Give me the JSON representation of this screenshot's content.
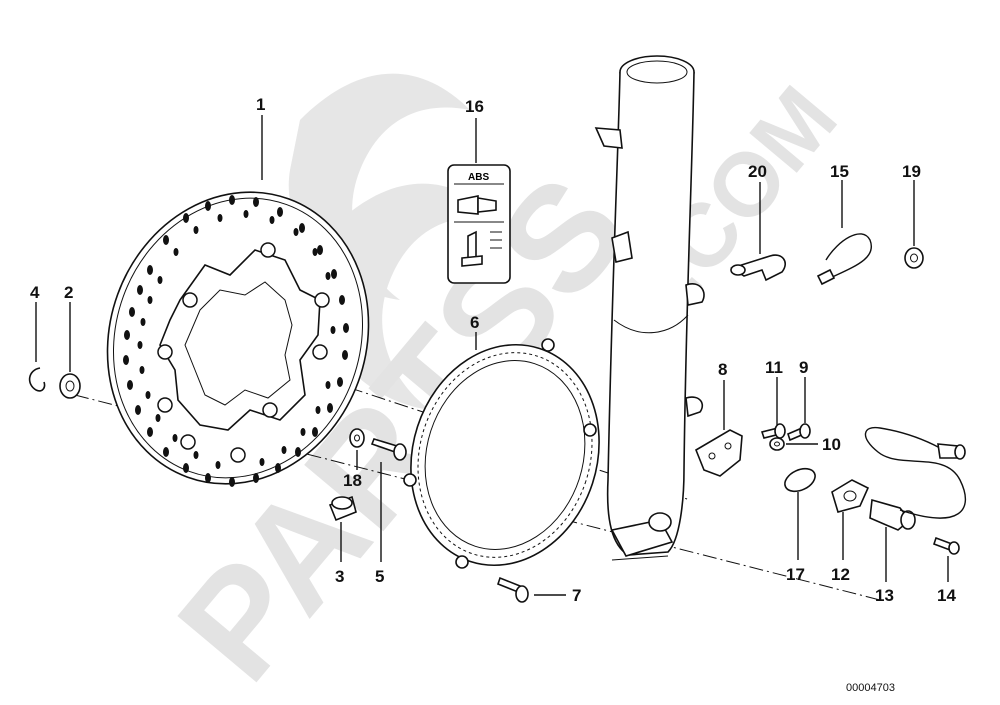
{
  "watermark": {
    "brand": "PARTSS",
    "domain": ".COM"
  },
  "callouts": {
    "p1": "1",
    "p2": "2",
    "p3": "3",
    "p4": "4",
    "p5": "5",
    "p6": "6",
    "p7": "7",
    "p8": "8",
    "p9": "9",
    "p10": "10",
    "p11": "11",
    "p12": "12",
    "p13": "13",
    "p14": "14",
    "p15": "15",
    "p16": "16",
    "p17": "17",
    "p18": "18",
    "p19": "19",
    "p20": "20"
  },
  "decal": {
    "header": "ABS"
  },
  "diagram_code": "00004703"
}
